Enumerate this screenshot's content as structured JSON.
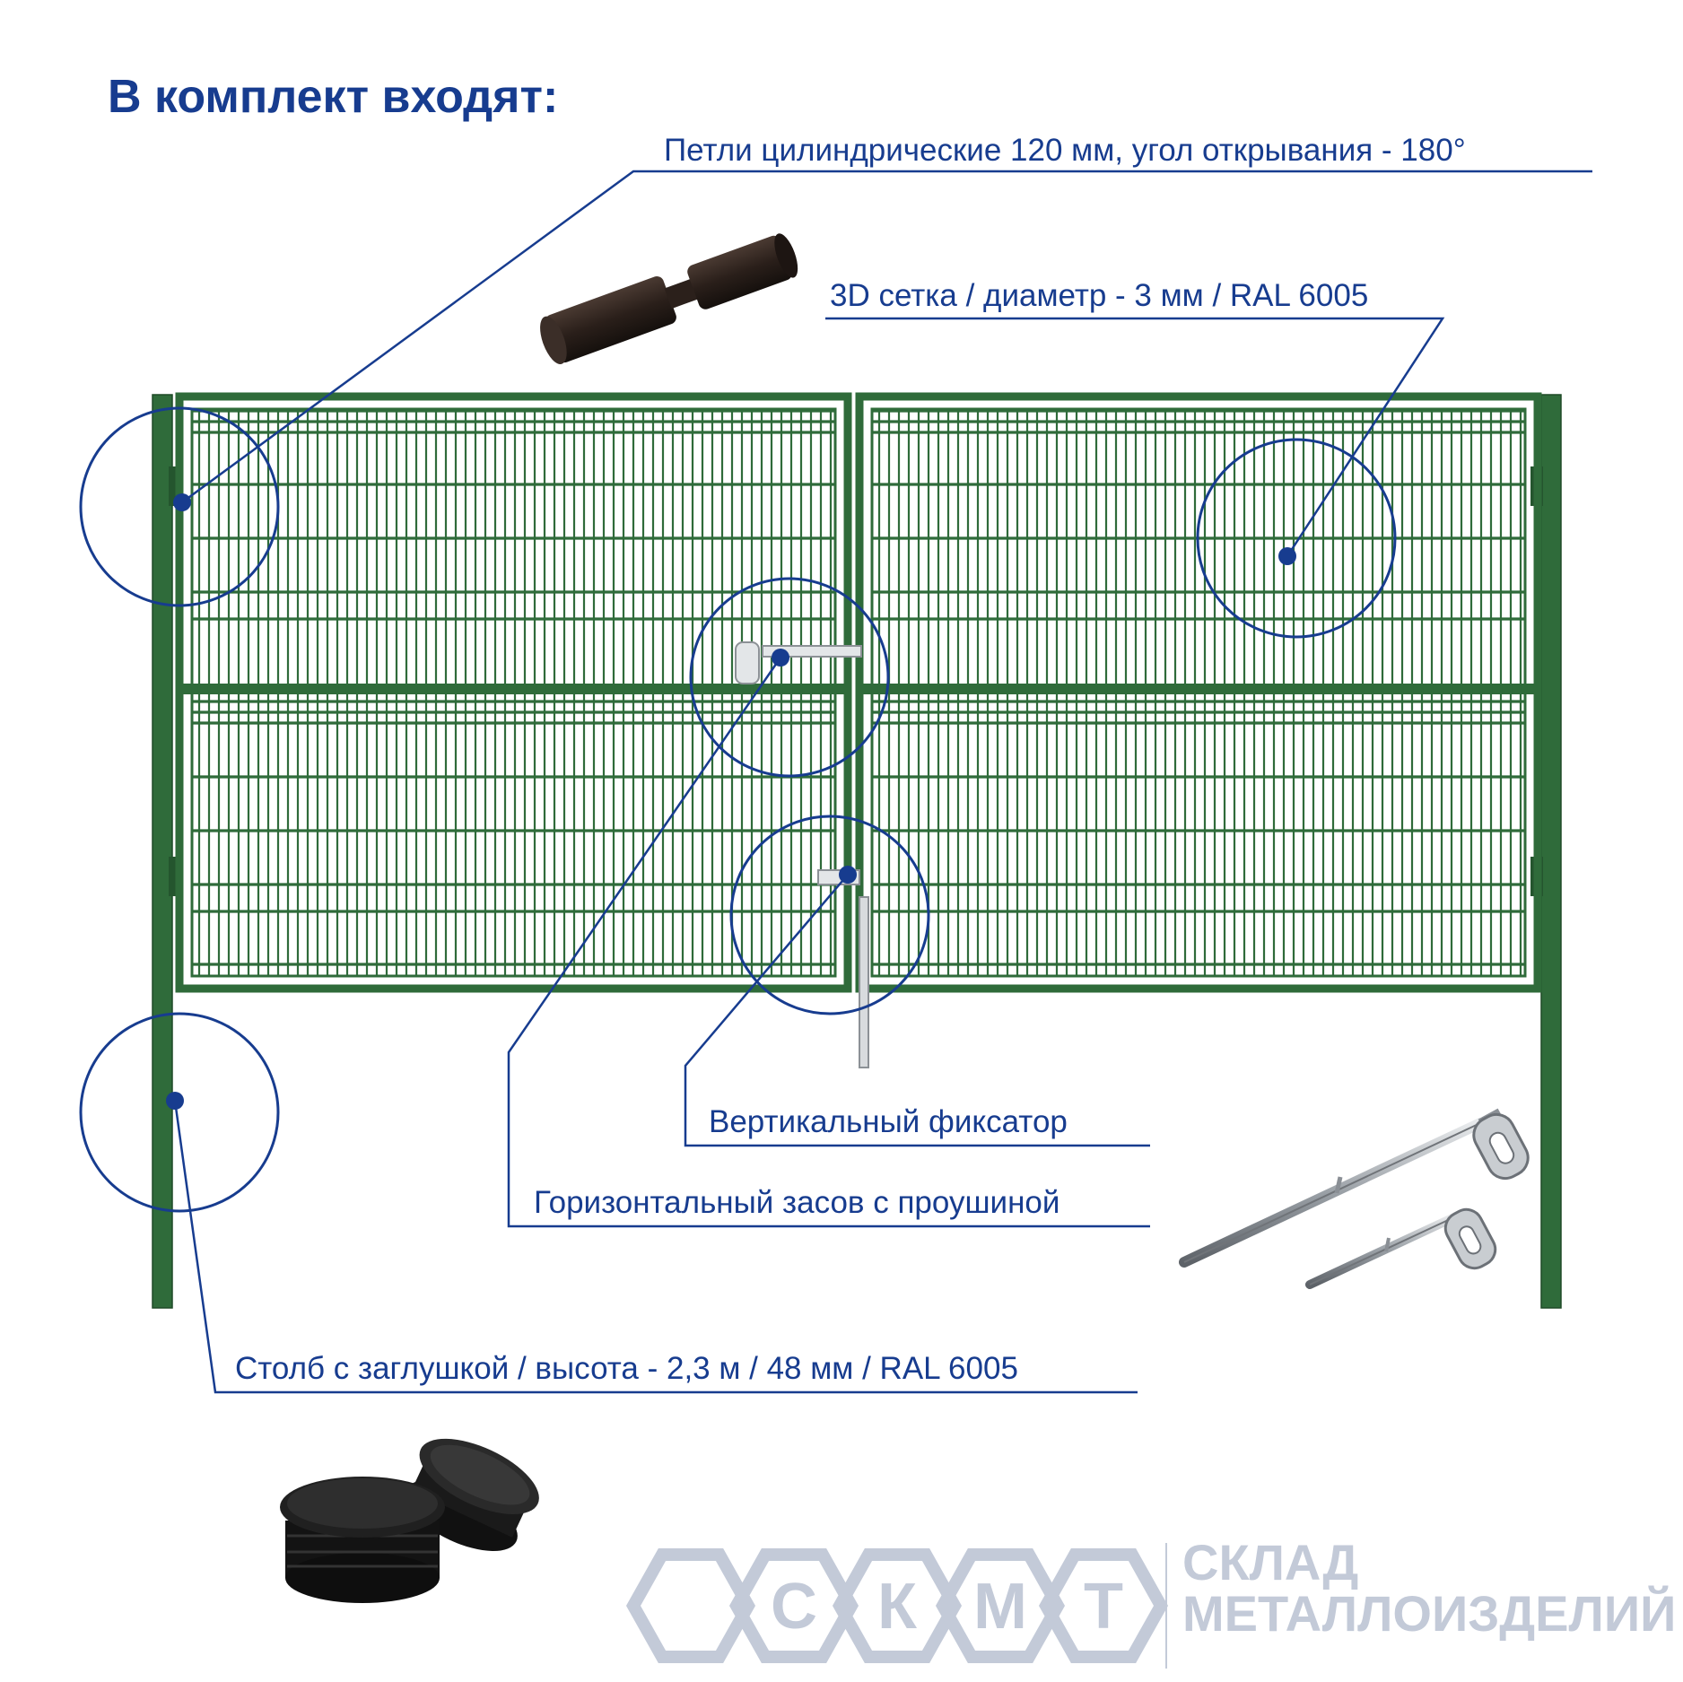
{
  "heading": "В комплект входят:",
  "callouts": {
    "hinges": "Петли цилиндрические 120 мм, угол открывания - 180°",
    "mesh": "3D сетка / диаметр - 3 мм / RAL 6005",
    "vertical_latch": "Вертикальный фиксатор",
    "horizontal_bolt": "Горизонтальный засов с проушиной",
    "post": "Столб с заглушкой / высота - 2,3 м / 48 мм / RAL 6005"
  },
  "brand": {
    "logo_letters": "СКМТ",
    "line1": "СКЛАД",
    "line2": "МЕТАЛЛОИЗДЕЛИЙ"
  },
  "colors": {
    "heading": "#173c8f",
    "callout_line": "#173c8f",
    "gate_green": "#2f6b3a",
    "brand_gray": "#c3cad8"
  }
}
